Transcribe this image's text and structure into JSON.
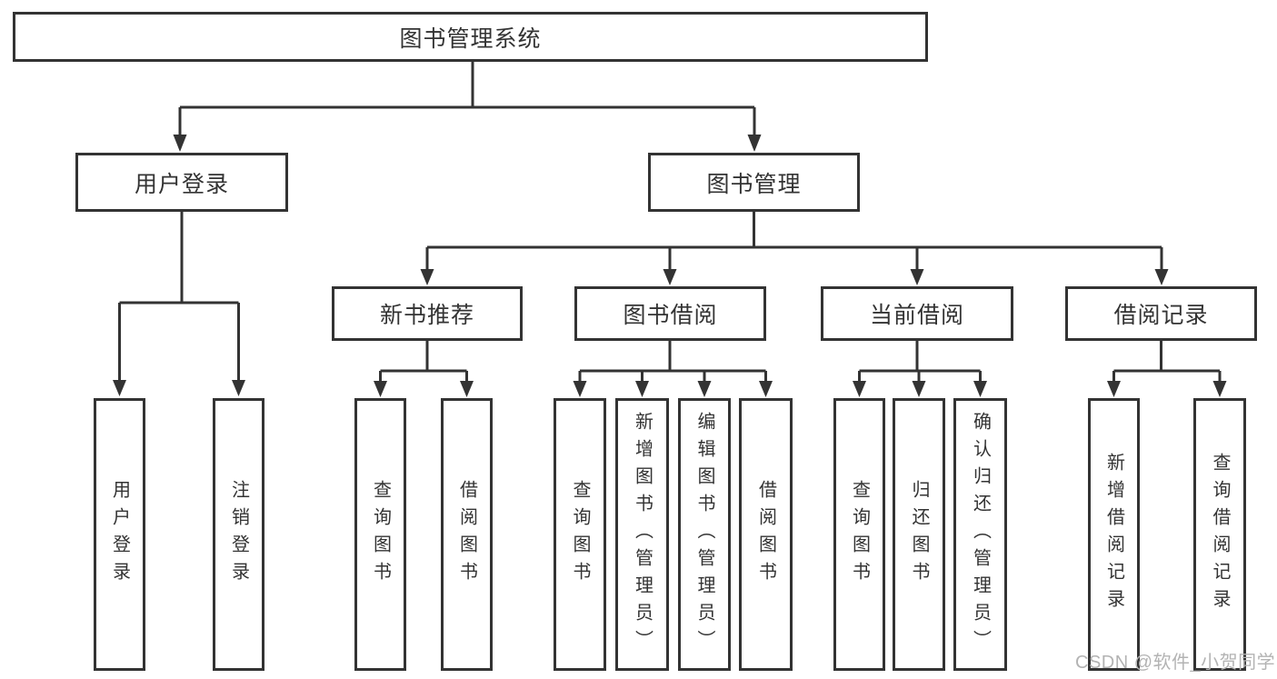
{
  "tree": {
    "root": {
      "label": "图书管理系统"
    },
    "branches": [
      {
        "label": "用户登录",
        "leaves": [
          {
            "label": "用户登录"
          },
          {
            "label": "注销登录"
          }
        ]
      },
      {
        "label": "图书管理",
        "sections": [
          {
            "label": "新书推荐",
            "leaves": [
              {
                "label": "查询图书"
              },
              {
                "label": "借阅图书"
              }
            ]
          },
          {
            "label": "图书借阅",
            "leaves": [
              {
                "label": "查询图书"
              },
              {
                "label": "新增图书（管理员）"
              },
              {
                "label": "编辑图书（管理员）"
              },
              {
                "label": "借阅图书"
              }
            ]
          },
          {
            "label": "当前借阅",
            "leaves": [
              {
                "label": "查询图书"
              },
              {
                "label": "归还图书"
              },
              {
                "label": "确认归还（管理员）"
              }
            ]
          },
          {
            "label": "借阅记录",
            "leaves": [
              {
                "label": "新增借阅记录"
              },
              {
                "label": "查询借阅记录"
              }
            ]
          }
        ]
      }
    ]
  },
  "watermark": {
    "text": "CSDN @软件_小贺同学"
  },
  "colors": {
    "line": "#333333",
    "text": "#333333",
    "background": "#ffffff",
    "watermark": "#b3b3b3"
  }
}
